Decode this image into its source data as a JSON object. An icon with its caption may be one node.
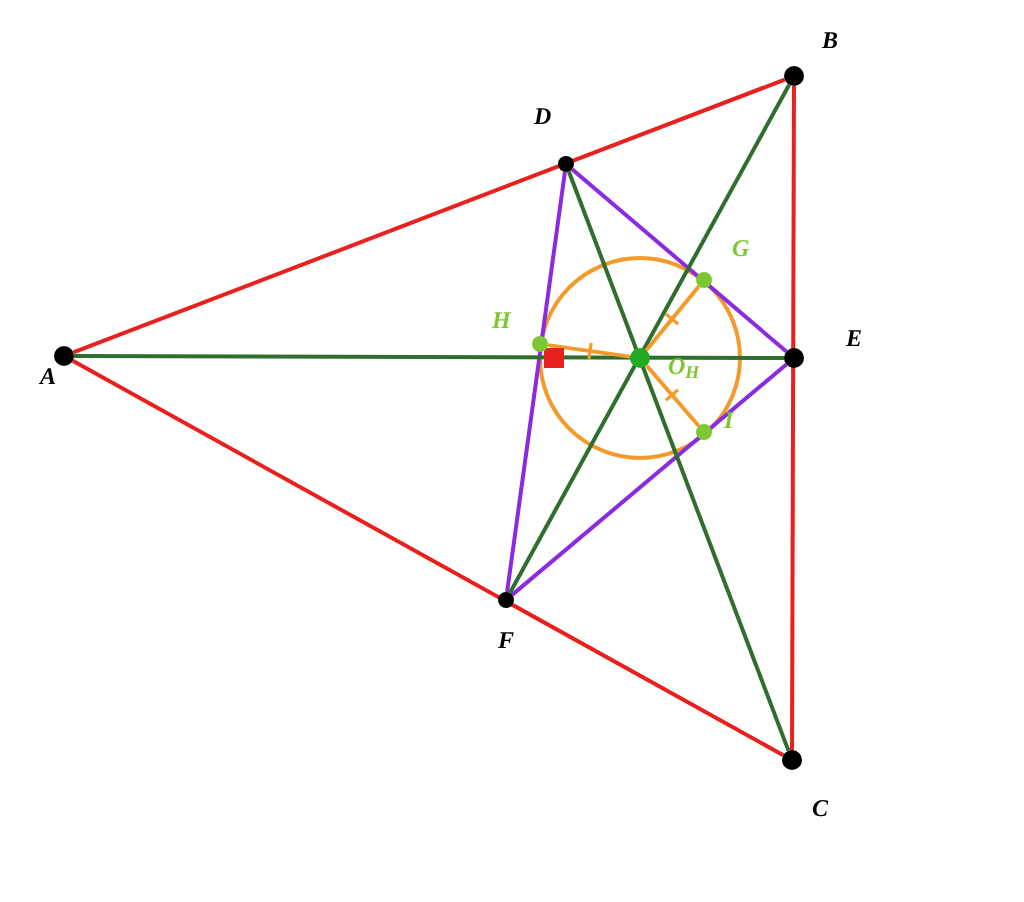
{
  "diagram": {
    "nodes": [
      {
        "text": [
          "A"
        ]
      },
      {
        "text": [
          "B"
        ]
      },
      {
        "text": [
          "C"
        ]
      },
      {
        "text": [
          "D"
        ]
      },
      {
        "text": [
          "E"
        ]
      },
      {
        "text": [
          "F"
        ]
      },
      {
        "text": [
          "G"
        ]
      },
      {
        "text": [
          "H"
        ]
      },
      {
        "text": [
          "I"
        ]
      },
      {
        "text": [
          "O$_{H}$"
        ]
      }
    ],
    "edges": [
      {
        "from": 0,
        "to": 1,
        "arrow": "none",
        "color": "#e8211f"
      },
      {
        "from": 1,
        "to": 2,
        "arrow": "none",
        "color": "#e8211f"
      },
      {
        "from": 2,
        "to": 0,
        "arrow": "none",
        "color": "#e8211f"
      },
      {
        "from": 3,
        "to": 4,
        "arrow": "none",
        "color": "#8a2be2"
      },
      {
        "from": 4,
        "to": 5,
        "arrow": "none",
        "color": "#8a2be2"
      },
      {
        "from": 5,
        "to": 3,
        "arrow": "none",
        "color": "#8a2be2"
      },
      {
        "from": 0,
        "to": 4,
        "arrow": "none",
        "color": "#2f6e2f"
      },
      {
        "from": 1,
        "to": 5,
        "arrow": "none",
        "color": "#2f6e2f"
      },
      {
        "from": 2,
        "to": 3,
        "arrow": "none",
        "color": "#2f6e2f"
      },
      {
        "from": 9,
        "to": 6,
        "arrow": "none",
        "color": "#f39a2b"
      },
      {
        "from": 9,
        "to": 7,
        "arrow": "none",
        "color": "#f39a2b"
      },
      {
        "from": 9,
        "to": 8,
        "arrow": "none",
        "color": "#f39a2b"
      }
    ]
  }
}
